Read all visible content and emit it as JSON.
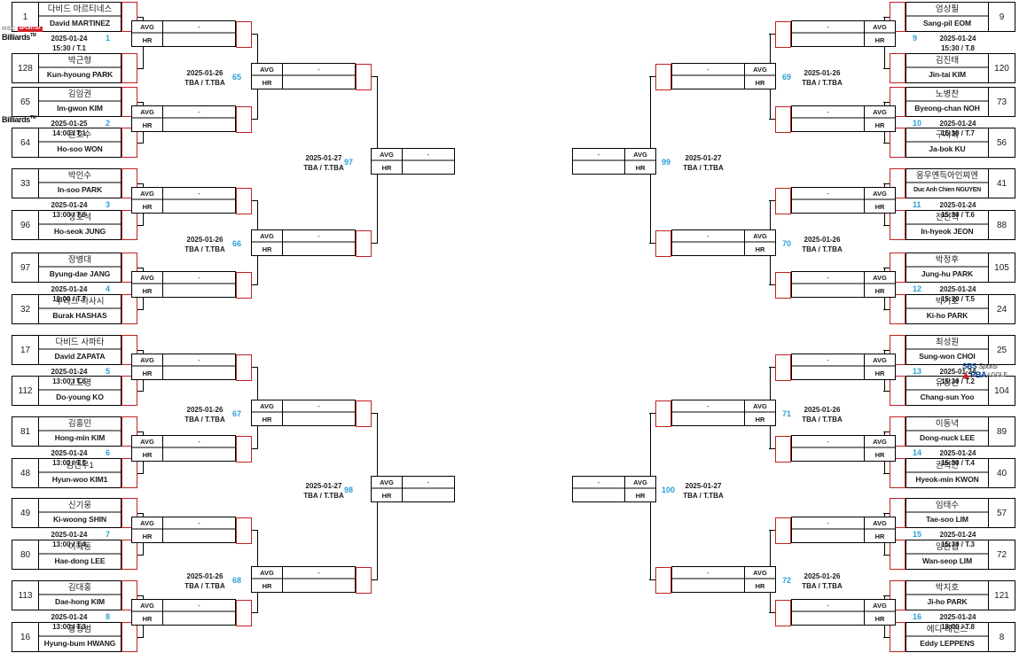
{
  "meta": {
    "dash": "-",
    "avg_label": "AVG",
    "hr_label": "HR"
  },
  "logos": {
    "mbc": {
      "network": "MBC",
      "badge": "SPORTS+",
      "channel": "Billiards",
      "tm": "TM"
    },
    "sbs": {
      "network": "SBS",
      "sub": "Sports",
      "pba": "PBA",
      "amp": "&",
      "golf": "GOLF"
    }
  },
  "round1": [
    {
      "num": "1",
      "date": "2025-01-24",
      "time": "15:30 / T.1",
      "top": {
        "seed": "1",
        "kr": "다비드 마르티네스",
        "en": "David MARTINEZ"
      },
      "bottom": {
        "seed": "128",
        "kr": "박근형",
        "en": "Kun-hyoung PARK"
      }
    },
    {
      "num": "2",
      "date": "2025-01-25",
      "time": "14:00 / T.1",
      "top": {
        "seed": "65",
        "kr": "김임권",
        "en": "Im-gwon KIM"
      },
      "bottom": {
        "seed": "64",
        "kr": "원호수",
        "en": "Ho-soo WON"
      }
    },
    {
      "num": "3",
      "date": "2025-01-24",
      "time": "13:00 / T.8",
      "top": {
        "seed": "33",
        "kr": "박인수",
        "en": "In-soo PARK"
      },
      "bottom": {
        "seed": "96",
        "kr": "정호석",
        "en": "Ho-seok JUNG"
      }
    },
    {
      "num": "4",
      "date": "2025-01-24",
      "time": "13:00 / T.7",
      "top": {
        "seed": "97",
        "kr": "장병대",
        "en": "Byung-dae JANG"
      },
      "bottom": {
        "seed": "32",
        "kr": "부라크 하사시",
        "en": "Burak HASHAS"
      }
    },
    {
      "num": "5",
      "date": "2025-01-24",
      "time": "13:00 / T.6",
      "top": {
        "seed": "17",
        "kr": "다비드 사파타",
        "en": "David ZAPATA"
      },
      "bottom": {
        "seed": "112",
        "kr": "고도영",
        "en": "Do-young KO"
      }
    },
    {
      "num": "6",
      "date": "2025-01-24",
      "time": "13:00 / T.5",
      "top": {
        "seed": "81",
        "kr": "김홍민",
        "en": "Hong-min KIM"
      },
      "bottom": {
        "seed": "48",
        "kr": "김현우1",
        "en": "Hyun-woo KIM1"
      }
    },
    {
      "num": "7",
      "date": "2025-01-24",
      "time": "13:00 / T.4",
      "top": {
        "seed": "49",
        "kr": "신기웅",
        "en": "Ki-woong SHIN"
      },
      "bottom": {
        "seed": "80",
        "kr": "이해동",
        "en": "Hae-dong LEE"
      }
    },
    {
      "num": "8",
      "date": "2025-01-24",
      "time": "13:00 / T.3",
      "top": {
        "seed": "113",
        "kr": "김대홍",
        "en": "Dae-hong KIM"
      },
      "bottom": {
        "seed": "16",
        "kr": "황형범",
        "en": "Hyung-bum HWANG"
      }
    },
    {
      "num": "9",
      "date": "2025-01-24",
      "time": "15:30 / T.8",
      "top": {
        "seed": "9",
        "kr": "엄상필",
        "en": "Sang-pil EOM"
      },
      "bottom": {
        "seed": "120",
        "kr": "김진태",
        "en": "Jin-tai KIM"
      }
    },
    {
      "num": "10",
      "date": "2025-01-24",
      "time": "15:30 / T.7",
      "top": {
        "seed": "73",
        "kr": "노병찬",
        "en": "Byeong-chan NOH"
      },
      "bottom": {
        "seed": "56",
        "kr": "구자복",
        "en": "Ja-bok KU"
      }
    },
    {
      "num": "11",
      "date": "2025-01-24",
      "time": "15:30 / T.6",
      "top": {
        "seed": "41",
        "kr": "응우옌득아인찌엔",
        "en": "Duc Anh Chien NGUYEN"
      },
      "bottom": {
        "seed": "88",
        "kr": "전인혁",
        "en": "In-hyeok JEON"
      }
    },
    {
      "num": "12",
      "date": "2025-01-24",
      "time": "15:30 / T.5",
      "top": {
        "seed": "105",
        "kr": "박정후",
        "en": "Jung-hu PARK"
      },
      "bottom": {
        "seed": "24",
        "kr": "박기호",
        "en": "Ki-ho PARK"
      }
    },
    {
      "num": "13",
      "date": "2025-01-24",
      "time": "15:30 / T.2",
      "top": {
        "seed": "25",
        "kr": "최성원",
        "en": "Sung-won CHOI"
      },
      "bottom": {
        "seed": "104",
        "kr": "유창선",
        "en": "Chang-sun Yoo"
      }
    },
    {
      "num": "14",
      "date": "2025-01-24",
      "time": "15:30 / T.4",
      "top": {
        "seed": "89",
        "kr": "이동녁",
        "en": "Dong-nuck LEE"
      },
      "bottom": {
        "seed": "40",
        "kr": "권혁민",
        "en": "Hyeok-min KWON"
      }
    },
    {
      "num": "15",
      "date": "2025-01-24",
      "time": "15:30 / T.3",
      "top": {
        "seed": "57",
        "kr": "임태수",
        "en": "Tae-soo LIM"
      },
      "bottom": {
        "seed": "72",
        "kr": "임완섭",
        "en": "Wan-seop LIM"
      }
    },
    {
      "num": "16",
      "date": "2025-01-24",
      "time": "18:00 / T.8",
      "top": {
        "seed": "121",
        "kr": "박지호",
        "en": "Ji-ho PARK"
      },
      "bottom": {
        "seed": "8",
        "kr": "에디 레펀스",
        "en": "Eddy LEPPENS"
      }
    }
  ],
  "round3": [
    {
      "num": "65",
      "date": "2025-01-26",
      "time": "TBA / T.TBA"
    },
    {
      "num": "66",
      "date": "2025-01-26",
      "time": "TBA / T.TBA"
    },
    {
      "num": "67",
      "date": "2025-01-26",
      "time": "TBA / T.TBA"
    },
    {
      "num": "68",
      "date": "2025-01-26",
      "time": "TBA / T.TBA"
    },
    {
      "num": "69",
      "date": "2025-01-26",
      "time": "TBA / T.TBA"
    },
    {
      "num": "70",
      "date": "2025-01-26",
      "time": "TBA / T.TBA"
    },
    {
      "num": "71",
      "date": "2025-01-26",
      "time": "TBA / T.TBA"
    },
    {
      "num": "72",
      "date": "2025-01-26",
      "time": "TBA / T.TBA"
    }
  ],
  "round4": [
    {
      "num": "97",
      "date": "2025-01-27",
      "time": "TBA / T.TBA"
    },
    {
      "num": "98",
      "date": "2025-01-27",
      "time": "TBA / T.TBA"
    },
    {
      "num": "99",
      "date": "2025-01-27",
      "time": "TBA / T.TBA"
    },
    {
      "num": "100",
      "date": "2025-01-27",
      "time": "TBA / T.TBA"
    }
  ]
}
